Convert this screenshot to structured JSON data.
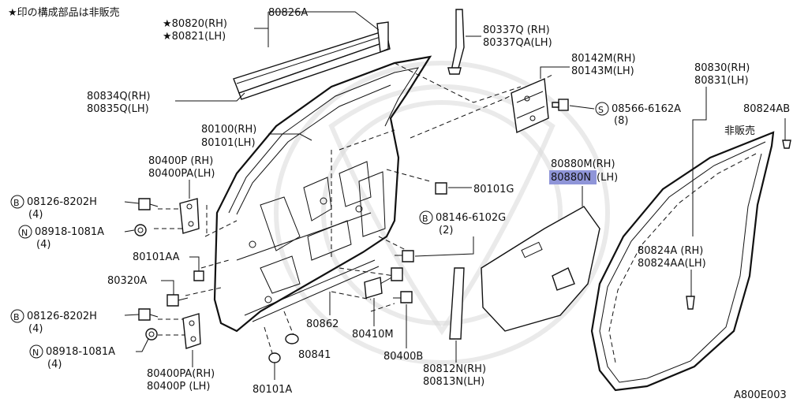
{
  "note": "★印の構成部品は非販売",
  "diagram_code": "A800E003",
  "not_sold": "非販売",
  "labels": {
    "p80820": "★80820(RH)",
    "p80821": "★80821(LH)",
    "p80826a": "80826A",
    "p80337q": "80337Q (RH)",
    "p80337qa": "80337QA(LH)",
    "p80142m": "80142M(RH)",
    "p80143m": "80143M(LH)",
    "p80830": "80830(RH)",
    "p80831": "80831(LH)",
    "p80834q": "80834Q(RH)",
    "p80835q": "80835Q(LH)",
    "s08566_code": "08566-6162A",
    "s08566_qty": "(8)",
    "p80824ab": "80824AB",
    "p80100": "80100(RH)",
    "p80101": "80101(LH)",
    "p80400p": "80400P (RH)",
    "p80400pa": "80400PA(LH)",
    "p80880m": "80880M(RH)",
    "p80880n_hl": "80880N",
    "p80880n_rest": "(LH)",
    "p80101g": "80101G",
    "b08126_a_code": "08126-8202H",
    "b08126_a_qty": "(4)",
    "b08146_code": "08146-6102G",
    "b08146_qty": "(2)",
    "n08918_a_code": "08918-1081A",
    "n08918_a_qty": "(4)",
    "p80101aa": "80101AA",
    "p80824a": "80824A (RH)",
    "p80824aa": "80824AA(LH)",
    "p80320a": "80320A",
    "b08126_b_code": "08126-8202H",
    "b08126_b_qty": "(4)",
    "p80862": "80862",
    "p80410m": "80410M",
    "n08918_b_code": "08918-1081A",
    "n08918_b_qty": "(4)",
    "p80841": "80841",
    "p80400b": "80400B",
    "p80812n": "80812N(RH)",
    "p80813n": "80813N(LH)",
    "p80400pa2": "80400PA(RH)",
    "p80400p2": "80400P (LH)",
    "p80101a": "80101A",
    "sym_b": "B",
    "sym_n": "N",
    "sym_s": "S"
  },
  "colors": {
    "highlight": "#8f95d8",
    "line": "#111111"
  }
}
